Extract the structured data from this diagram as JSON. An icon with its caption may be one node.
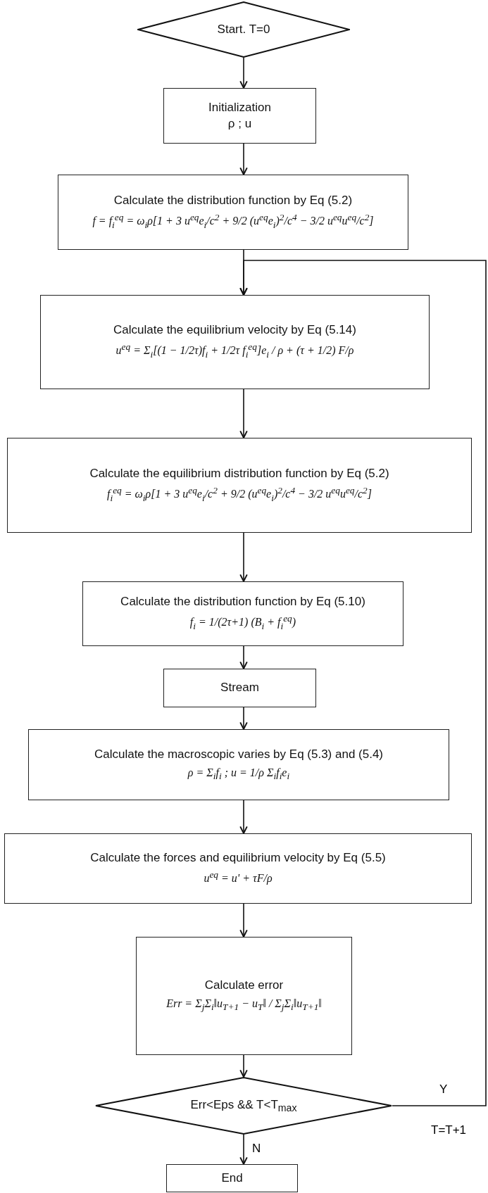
{
  "diagram": {
    "nodes": [
      {
        "text": [
          "Start. T=0"
        ]
      },
      {
        "text": [
          "Initialization",
          "ρ ; u"
        ]
      },
      {
        "text": [
          "Calculate the distribution function by Eq (5.2)",
          "f = f$_{i}$$^{eq}$ = ω$_{i}$ρ[1 + 3 u$^{eq}$e$_{i}$/c$^{2}$ + 9/2 (u$^{eq}$e$_{i}$)$^{2}$/c$^{4}$ − 3/2 u$^{eq}$u$^{eq}$/c$^{2}$]"
        ]
      },
      {
        "text": [
          "Calculate the equilibrium velocity by Eq (5.14)",
          "u$^{eq}$ = Σ$_{i}$[(1 − 1/2τ)f$_{i}$ + 1/2τ f$_{i}$$^{eq}$]e$_{i}$ / ρ + (τ + 1/2) F/ρ"
        ]
      },
      {
        "text": [
          "Calculate the equilibrium distribution function by Eq (5.2)",
          "f$_{i}$$^{eq}$ = ω$_{i}$ρ[1 + 3 u$^{eq}$e$_{i}$/c$^{2}$ + 9/2 (u$^{eq}$e$_{i}$)$^{2}$/c$^{4}$ − 3/2 u$^{eq}$u$^{eq}$/c$^{2}$]"
        ]
      },
      {
        "text": [
          "Calculate the distribution function by Eq (5.10)",
          "f$_{i}$ = 1/(2τ+1) (B$_{i}$ + f$_{i}$$^{eq}$)"
        ]
      },
      {
        "text": [
          "Stream"
        ]
      },
      {
        "text": [
          "Calculate the macroscopic varies by Eq (5.3) and (5.4)",
          "ρ = Σ$_{i}$f$_{i}$ ; u = 1/ρ Σ$_{i}$f$_{i}$e$_{i}$"
        ]
      },
      {
        "text": [
          "Calculate the forces and equilibrium velocity by Eq (5.5)",
          "u$^{eq}$ = u' + τF/ρ"
        ]
      },
      {
        "text": [
          "Calculate error",
          "Err = Σ$_{j}$Σ$_{i}$‖u$_{T+1}$ − u$_{T}$‖ / Σ$_{j}$Σ$_{i}$‖u$_{T+1}$‖"
        ]
      },
      {
        "text": [
          "Err<Eps && T<T$_{max}$"
        ]
      },
      {
        "text": [
          "End"
        ]
      }
    ],
    "edges": [
      {
        "from": 0,
        "to": 1,
        "arrow": "to"
      },
      {
        "from": 1,
        "to": 2,
        "arrow": "to"
      },
      {
        "from": 2,
        "to": 3,
        "arrow": "to"
      },
      {
        "from": 3,
        "to": 4,
        "arrow": "to"
      },
      {
        "from": 4,
        "to": 5,
        "arrow": "to"
      },
      {
        "from": 5,
        "to": 6,
        "arrow": "to"
      },
      {
        "from": 6,
        "to": 7,
        "arrow": "to"
      },
      {
        "from": 7,
        "to": 8,
        "arrow": "to"
      },
      {
        "from": 8,
        "to": 9,
        "arrow": "to"
      },
      {
        "from": 9,
        "to": 10,
        "arrow": "to"
      },
      {
        "from": 10,
        "to": 11,
        "arrow": "to",
        "label": "N"
      },
      {
        "from": 10,
        "to": 3,
        "arrow": "to",
        "label": "Y"
      }
    ],
    "labels": [
      "T=T+1"
    ]
  }
}
